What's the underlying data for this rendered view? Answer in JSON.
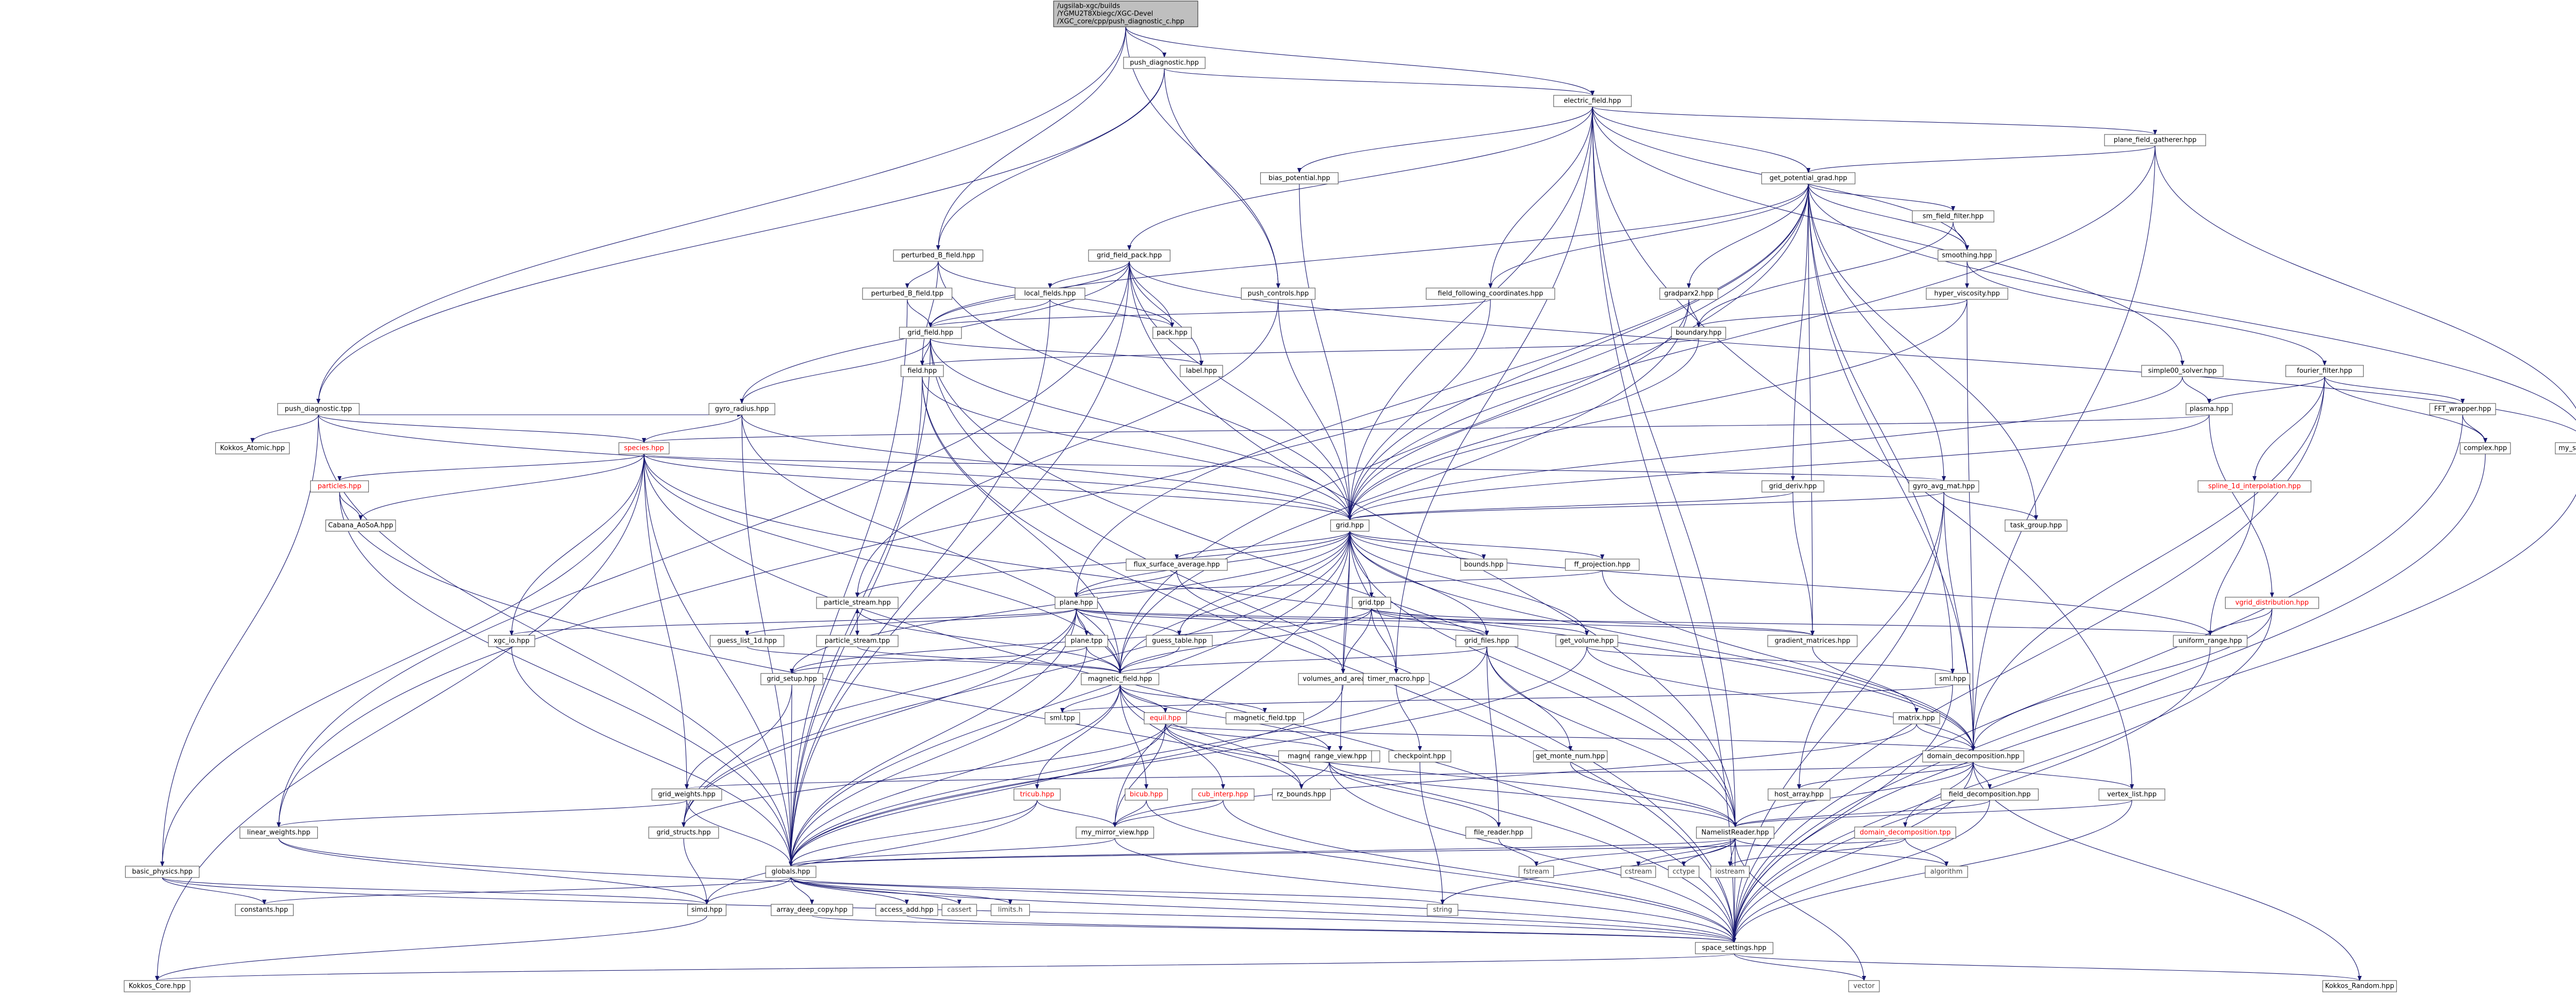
{
  "title": "Dependency graph of push_diagnostic_c.hpp",
  "colors": {
    "edge": "#191970",
    "node_border": "#666666",
    "root_fill": "#bfbfbf",
    "missing_text": "#ff0000",
    "system_text": "#404040"
  },
  "nodes": {
    "root_l1": "/ugsilab-xgc/builds",
    "root_l2": "/YGMU2T8Xbiegc/XGC-Devel",
    "root_l3": "/XGC_core/cpp/push_diagnostic_c.hpp",
    "push_diagnostic": "push_diagnostic.hpp",
    "electric_field": "electric_field.hpp",
    "plane_field_gatherer": "plane_field_gatherer.hpp",
    "get_potential_grad": "get_potential_grad.hpp",
    "bias_potential": "bias_potential.hpp",
    "perturbed_B_field": "perturbed_B_field.hpp",
    "grid_field_pack": "grid_field_pack.hpp",
    "local_fields": "local_fields.hpp",
    "perturbed_B_field_tpp": "perturbed_B_field.tpp",
    "push_controls": "push_controls.hpp",
    "field_following_coordinates": "field_following_coordinates.hpp",
    "gradparx2": "gradparx2.hpp",
    "sm_field_filter": "sm_field_filter.hpp",
    "smoothing": "smoothing.hpp",
    "hyper_viscosity": "hyper_viscosity.hpp",
    "grid_field": "grid_field.hpp",
    "pack": "pack.hpp",
    "boundary": "boundary.hpp",
    "field": "field.hpp",
    "label": "label.hpp",
    "simple00_solver": "simple00_solver.hpp",
    "fourier_filter": "fourier_filter.hpp",
    "fft_wrapper": "FFT_wrapper.hpp",
    "push_diagnostic_tpp": "push_diagnostic.tpp",
    "gyro_radius": "gyro_radius.hpp",
    "plasma": "plasma.hpp",
    "complex": "complex.hpp",
    "my_subview": "my_subview.hpp",
    "kokkos_atomic": "Kokkos_Atomic.hpp",
    "species": "species.hpp",
    "particles": "particles.hpp",
    "cabana_aosoa": "Cabana_AoSoA.hpp",
    "grid_deriv": "grid_deriv.hpp",
    "gyro_avg_mat": "gyro_avg_mat.hpp",
    "spline_1d": "spline_1d_interpolation.hpp",
    "task_group": "task_group.hpp",
    "grid": "grid.hpp",
    "bounds": "bounds.hpp",
    "ff_projection": "ff_projection.hpp",
    "flux_surface_average": "flux_surface_average.hpp",
    "particle_stream": "particle_stream.hpp",
    "plane": "plane.hpp",
    "grid_tpp": "grid.tpp",
    "vgrid_distribution": "vgrid_distribution.hpp",
    "uniform_range": "uniform_range.hpp",
    "xgc_io": "xgc_io.hpp",
    "guess_list_1d": "guess_list_1d.hpp",
    "particle_stream_tpp": "particle_stream.tpp",
    "plane_tpp": "plane.tpp",
    "guess_table": "guess_table.hpp",
    "grid_files": "grid_files.hpp",
    "get_volume": "get_volume.hpp",
    "gradient_matrices": "gradient_matrices.hpp",
    "grid_setup": "grid_setup.hpp",
    "magnetic_field": "magnetic_field.hpp",
    "volumes_and_areas": "volumes_and_areas.hpp",
    "timer_macro": "timer_macro.hpp",
    "sml": "sml.hpp",
    "sml_tpp": "sml.tpp",
    "magnetic_field_tpp": "magnetic_field.tpp",
    "matrix": "matrix.hpp",
    "equil": "equil.hpp",
    "magnetic_equil_files": "magnetic_equil_files.hpp",
    "range_view": "range_view.hpp",
    "checkpoint": "checkpoint.hpp",
    "get_monte_num": "get_monte_num.hpp",
    "domain_decomposition": "domain_decomposition.hpp",
    "grid_weights": "grid_weights.hpp",
    "tricub": "tricub.hpp",
    "bicub": "bicub.hpp",
    "cub_interp": "cub_interp.hpp",
    "rz_bounds": "rz_bounds.hpp",
    "host_array": "host_array.hpp",
    "field_decomposition": "field_decomposition.hpp",
    "vertex_list": "vertex_list.hpp",
    "linear_weights": "linear_weights.hpp",
    "grid_structs": "grid_structs.hpp",
    "my_mirror_view": "my_mirror_view.hpp",
    "file_reader": "file_reader.hpp",
    "namelist_reader": "NamelistReader.hpp",
    "domain_decomposition_tpp": "domain_decomposition.tpp",
    "basic_physics": "basic_physics.hpp",
    "globals": "globals.hpp",
    "fstream": "fstream",
    "cstream": "cstream",
    "cctype": "cctype",
    "iostream": "iostream",
    "algorithm": "algorithm",
    "constants": "constants.hpp",
    "simd": "simd.hpp",
    "array_deep_copy": "array_deep_copy.hpp",
    "access_add": "access_add.hpp",
    "cassert": "cassert",
    "limits_h": "limits.h",
    "string": "string",
    "space_settings": "space_settings.hpp",
    "kokkos_core": "Kokkos_Core.hpp",
    "vector": "vector",
    "kokkos_random": "Kokkos_Random.hpp"
  }
}
